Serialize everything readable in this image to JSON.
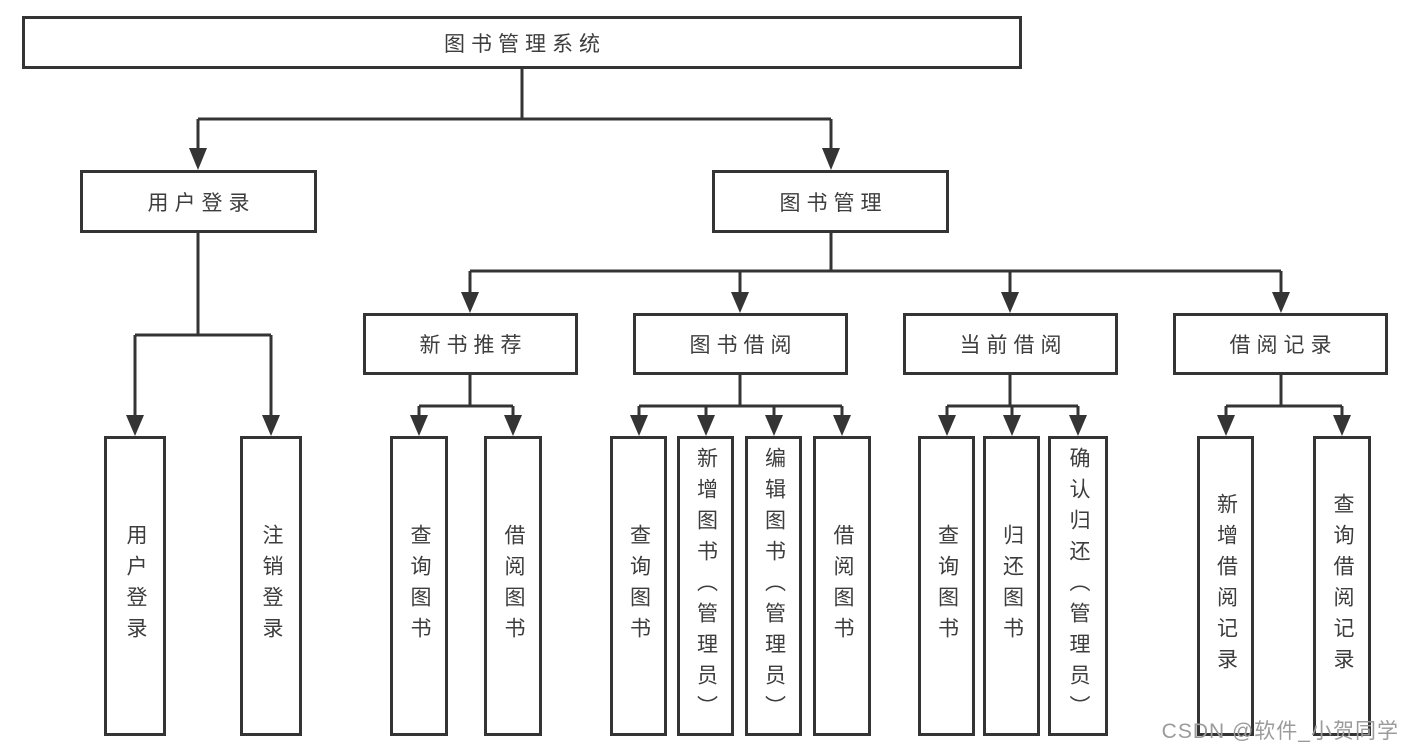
{
  "diagram": {
    "root": "图书管理系统",
    "level2": {
      "user_login": "用户登录",
      "book_mgmt": "图书管理"
    },
    "level3": {
      "new_books": "新书推荐",
      "borrowing": "图书借阅",
      "current": "当前借阅",
      "records": "借阅记录"
    },
    "leaves": {
      "user_login": [
        "用户登录",
        "注销登录"
      ],
      "new_books": [
        "查询图书",
        "借阅图书"
      ],
      "borrowing": [
        "查询图书",
        "新增图书（管理员）",
        "编辑图书（管理员）",
        "借阅图书"
      ],
      "current": [
        "查询图书",
        "归还图书",
        "确认归还（管理员）"
      ],
      "records": [
        "新增借阅记录",
        "查询借阅记录"
      ]
    }
  },
  "watermark": "CSDN @软件_小贺同学",
  "colors": {
    "line": "#343434",
    "text": "#3d3d3d",
    "watermark": "#9b9b9b",
    "background": "#ffffff"
  }
}
